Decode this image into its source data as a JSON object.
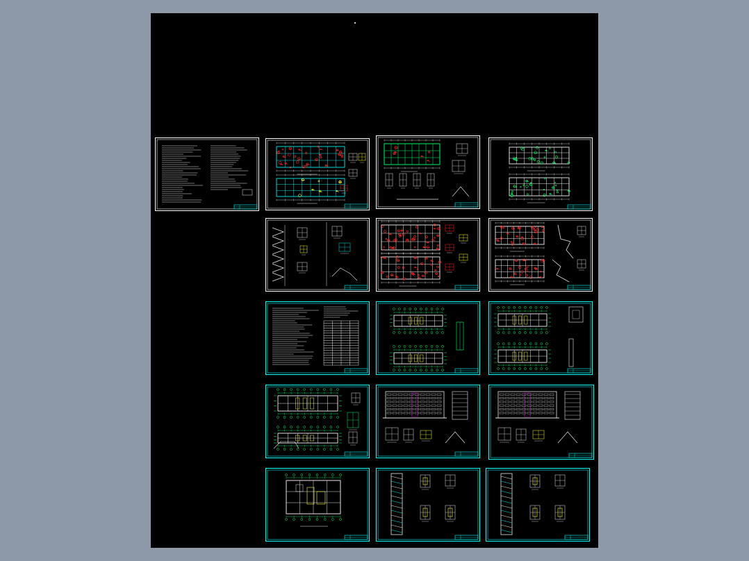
{
  "viewer": {
    "background": "#8d98a8",
    "canvas_color": "#000000"
  },
  "colors": {
    "border_white": "#ffffff",
    "border_cyan": "#00ffff",
    "line_white": "#e8e8e8",
    "line_cyan": "#00e5e5",
    "line_green": "#00ff66",
    "accent_red": "#ff2a2a",
    "accent_yellow": "#ffff33",
    "accent_magenta": "#ff00ff",
    "title_block": "#00ffff"
  },
  "sheets": [
    {
      "id": "s1",
      "kind": "notes",
      "border": "white"
    },
    {
      "id": "s2",
      "kind": "plan-red",
      "border": "white"
    },
    {
      "id": "s3",
      "kind": "details-green",
      "border": "white"
    },
    {
      "id": "s4",
      "kind": "plan-green-double",
      "border": "white"
    },
    {
      "id": "s5",
      "kind": "stair-section",
      "border": "white"
    },
    {
      "id": "s6",
      "kind": "plan-red-double",
      "border": "white"
    },
    {
      "id": "s7",
      "kind": "plan-red-details",
      "border": "white"
    },
    {
      "id": "s8",
      "kind": "notes-table",
      "border": "cyan"
    },
    {
      "id": "s9",
      "kind": "arch-plan-double",
      "border": "cyan"
    },
    {
      "id": "s10",
      "kind": "arch-plan-details",
      "border": "cyan"
    },
    {
      "id": "s11",
      "kind": "arch-plan-roof",
      "border": "cyan"
    },
    {
      "id": "s12",
      "kind": "elevation-details",
      "border": "cyan"
    },
    {
      "id": "s13",
      "kind": "elevation-details",
      "border": "cyan"
    },
    {
      "id": "s14",
      "kind": "arch-unit-plan",
      "border": "cyan"
    },
    {
      "id": "s15",
      "kind": "section-windows",
      "border": "cyan"
    },
    {
      "id": "s16",
      "kind": "section-windows",
      "border": "cyan"
    }
  ]
}
